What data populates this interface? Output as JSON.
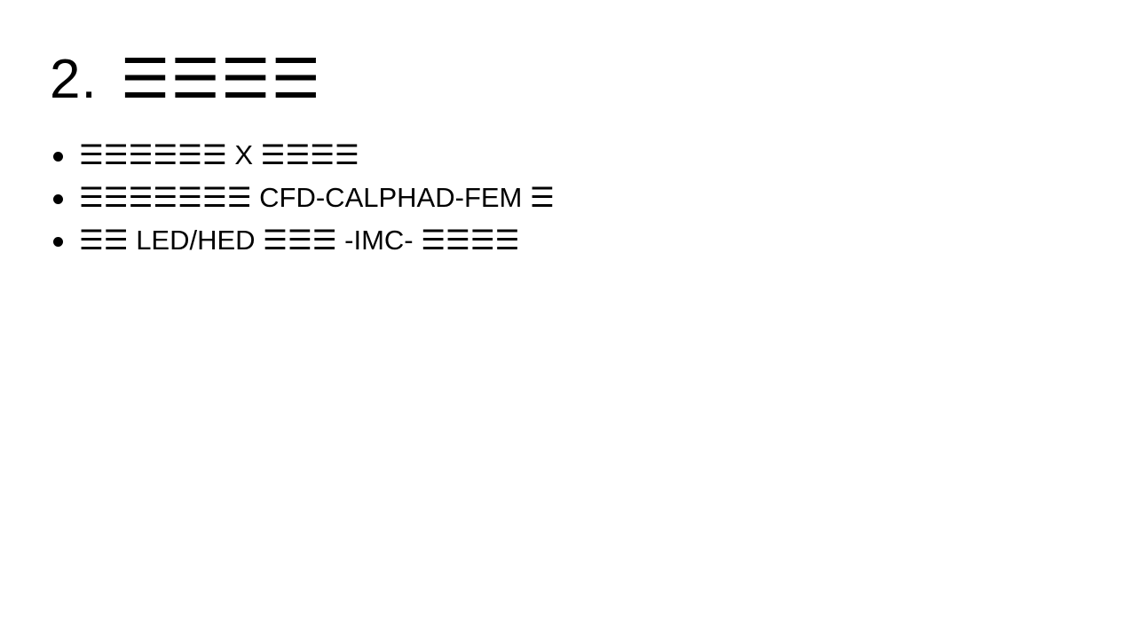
{
  "slide": {
    "title_number": "2.",
    "title_text": "☰☰☰☰",
    "bullets": [
      "☰☰☰☰☰☰ X ☰☰☰☰",
      "☰☰☰☰☰☰☰ CFD-CALPHAD-FEM ☰",
      "☰☰ LED/HED ☰☰☰ -IMC- ☰☰☰☰"
    ]
  }
}
